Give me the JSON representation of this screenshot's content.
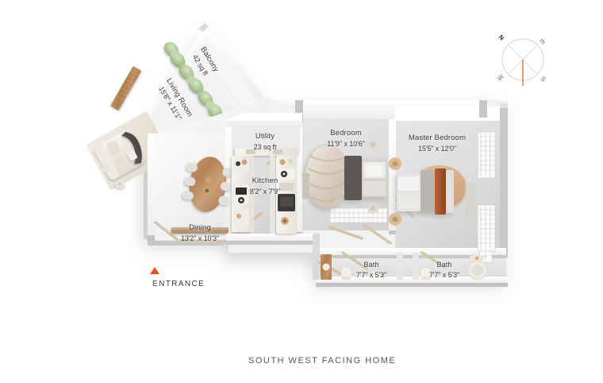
{
  "plan": {
    "footer_text": "SOUTH WEST FACING HOME",
    "entrance_label": "ENTRANCE",
    "entrance_marker_color": "#f4501a",
    "needle_color": "#e0815a",
    "text_color": "#3a3a3c",
    "background": "#ffffff"
  },
  "compass": {
    "north": "N",
    "east": "E",
    "south": "S",
    "west": "W"
  },
  "rooms": [
    {
      "id": "balcony",
      "name": "Balcony",
      "dimension": "42 sq ft"
    },
    {
      "id": "living-room",
      "name": "Living Room",
      "dimension": "15'8\" x 11'1\""
    },
    {
      "id": "utility",
      "name": "Utility",
      "dimension": "23 sq ft"
    },
    {
      "id": "kitchen",
      "name": "Kitchen",
      "dimension": "8'2\" x 7'9\""
    },
    {
      "id": "dining",
      "name": "Dining",
      "dimension": "13'2\" x 10'3\""
    },
    {
      "id": "bedroom",
      "name": "Bedroom",
      "dimension": "11'9\" x 10'6\""
    },
    {
      "id": "master-bedroom",
      "name": "Master Bedroom",
      "dimension": "15'5\" x 12'0\""
    },
    {
      "id": "bath-1",
      "name": "Bath",
      "dimension": "7'7\" x 5'3\""
    },
    {
      "id": "bath-2",
      "name": "Bath",
      "dimension": "7'7\" x 5'3\""
    }
  ]
}
